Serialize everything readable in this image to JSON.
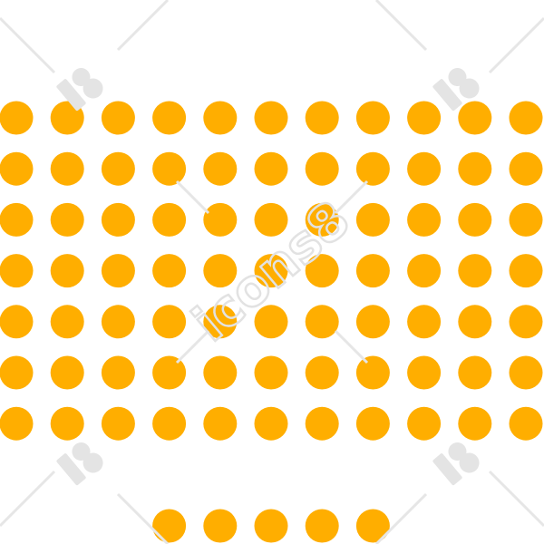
{
  "pattern": {
    "dot_color": "#FFAE00",
    "background_color": "#FFFFFF",
    "grid_rows": 7,
    "grid_columns": 11,
    "bottom_row_dots": 5
  },
  "watermark": {
    "text": "icons8",
    "color": "#E2E2E2"
  }
}
